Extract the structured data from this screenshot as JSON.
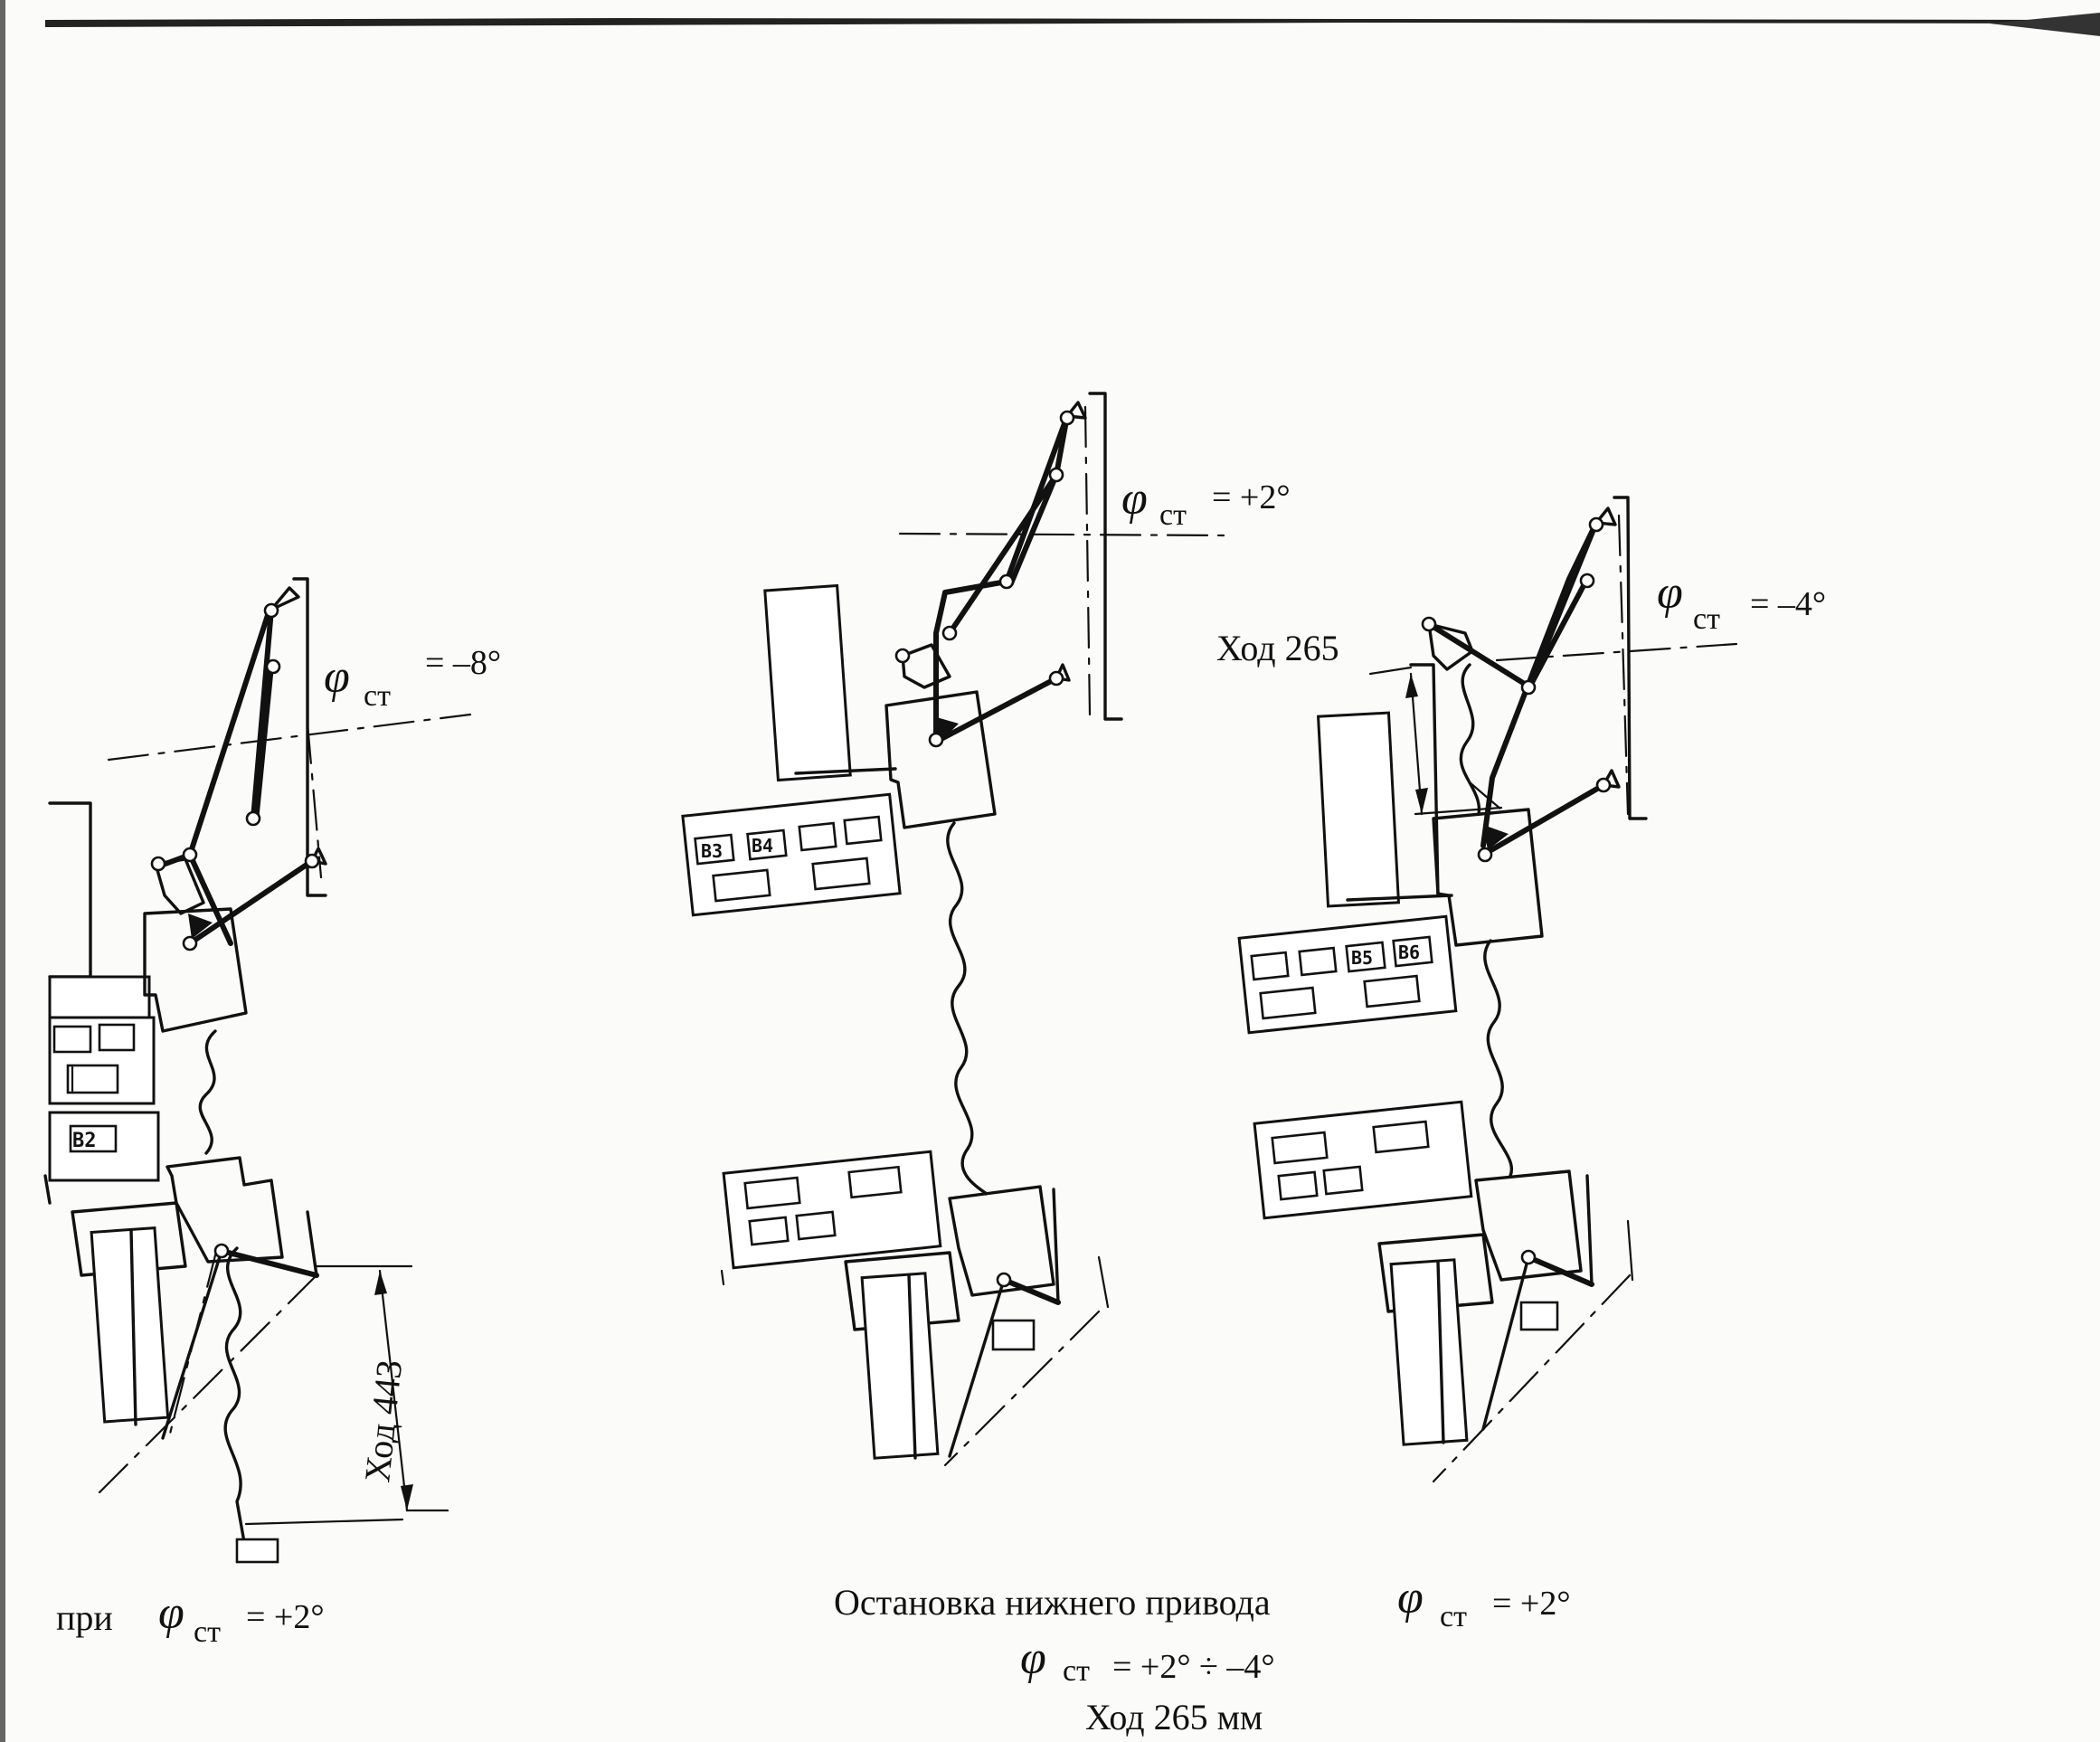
{
  "scheme_left": {
    "angle_label": "φ",
    "angle_sub": "ст",
    "angle_value": "= –8°",
    "stroke_label": "Ход 443",
    "blocks": [
      "В2"
    ],
    "caption_prefix": "при",
    "caption_phi": "φ",
    "caption_sub": "ст",
    "caption_value": "= +2°"
  },
  "scheme_middle": {
    "angle_label": "φ",
    "angle_sub": "ст",
    "angle_value": "= +2°",
    "blocks": [
      "В3",
      "В4"
    ]
  },
  "scheme_right": {
    "angle_label": "φ",
    "angle_sub": "ст",
    "angle_value": "= –4°",
    "stroke_label": "Ход 265",
    "blocks": [
      "В5",
      "В6"
    ]
  },
  "caption": {
    "line1_text": "Остановка нижнего привода",
    "line1_phi": "φ",
    "line1_sub": "ст",
    "line1_value": "= +2°",
    "line2_phi": "φ",
    "line2_sub": "ст",
    "line2_value": "= +2° ÷ –4°",
    "line3": "Ход 265 мм"
  }
}
